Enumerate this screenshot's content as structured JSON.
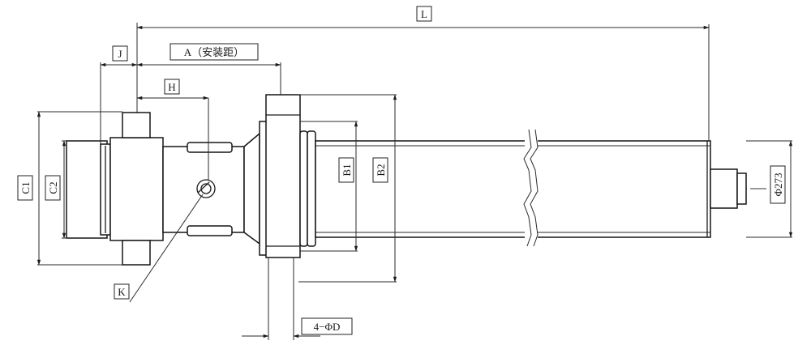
{
  "drawing": {
    "labels": {
      "L": "L",
      "J": "J",
      "A": "A（安装距）",
      "H": "H",
      "C1": "C1",
      "C2": "C2",
      "B1": "B1",
      "B2": "B2",
      "K": "K",
      "D": "4−ΦD",
      "phi": "Φ273"
    }
  }
}
